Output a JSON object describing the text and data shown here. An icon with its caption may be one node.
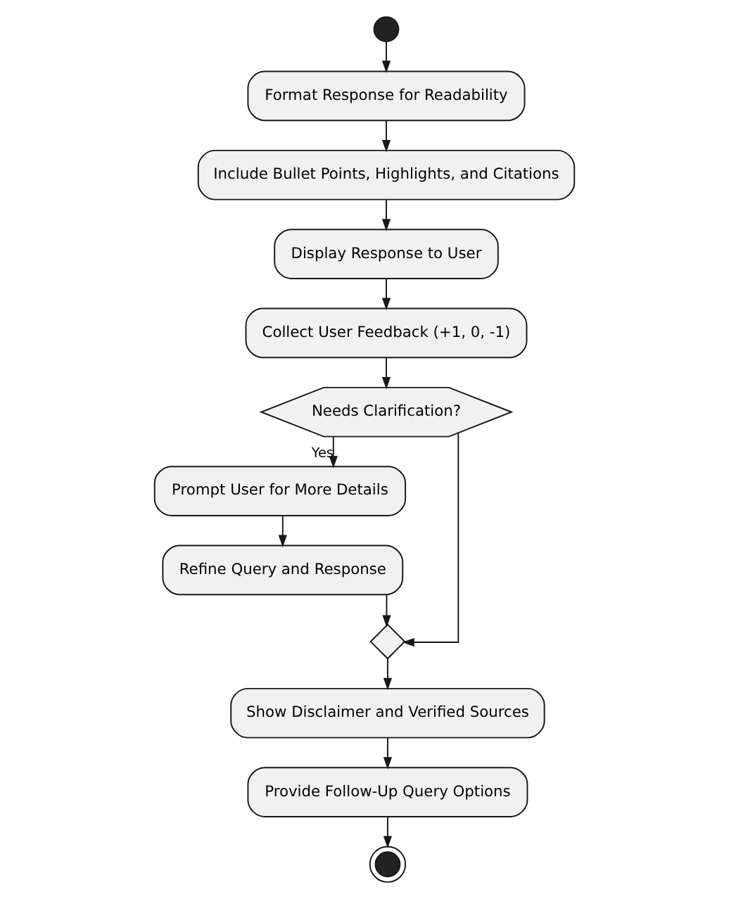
{
  "diagram": {
    "nodes": [
      {
        "text": [],
        "shape": "circle"
      },
      {
        "text": [
          "Format Response for Readability"
        ]
      },
      {
        "text": [
          "Include Bullet Points, Highlights, and Citations"
        ]
      },
      {
        "text": [
          "Display Response to User"
        ]
      },
      {
        "text": [
          "Collect User Feedback (+1, 0, -1)"
        ]
      },
      {
        "text": [
          "Needs Clarification?"
        ]
      },
      {
        "text": [
          "Prompt User for More Details"
        ]
      },
      {
        "text": [
          "Refine Query and Response"
        ]
      },
      {
        "text": [],
        "shape": "diamond"
      },
      {
        "text": [
          "Show Disclaimer and Verified Sources"
        ]
      },
      {
        "text": [
          "Provide Follow-Up Query Options"
        ]
      },
      {
        "text": [],
        "shape": "circle"
      }
    ],
    "edges": [
      {
        "from": 0,
        "to": 1,
        "arrow": "to"
      },
      {
        "from": 1,
        "to": 2,
        "arrow": "to"
      },
      {
        "from": 2,
        "to": 3,
        "arrow": "to"
      },
      {
        "from": 3,
        "to": 4,
        "arrow": "to"
      },
      {
        "from": 4,
        "to": 5,
        "arrow": "to"
      },
      {
        "from": 5,
        "to": 6,
        "arrow": "to",
        "label": "Yes"
      },
      {
        "from": 6,
        "to": 7,
        "arrow": "to"
      },
      {
        "from": 7,
        "to": 8,
        "arrow": "to"
      },
      {
        "from": 5,
        "to": 8,
        "arrow": "to"
      },
      {
        "from": 8,
        "to": 9,
        "arrow": "to"
      },
      {
        "from": 9,
        "to": 10,
        "arrow": "to"
      },
      {
        "from": 10,
        "to": 11,
        "arrow": "to"
      }
    ]
  }
}
